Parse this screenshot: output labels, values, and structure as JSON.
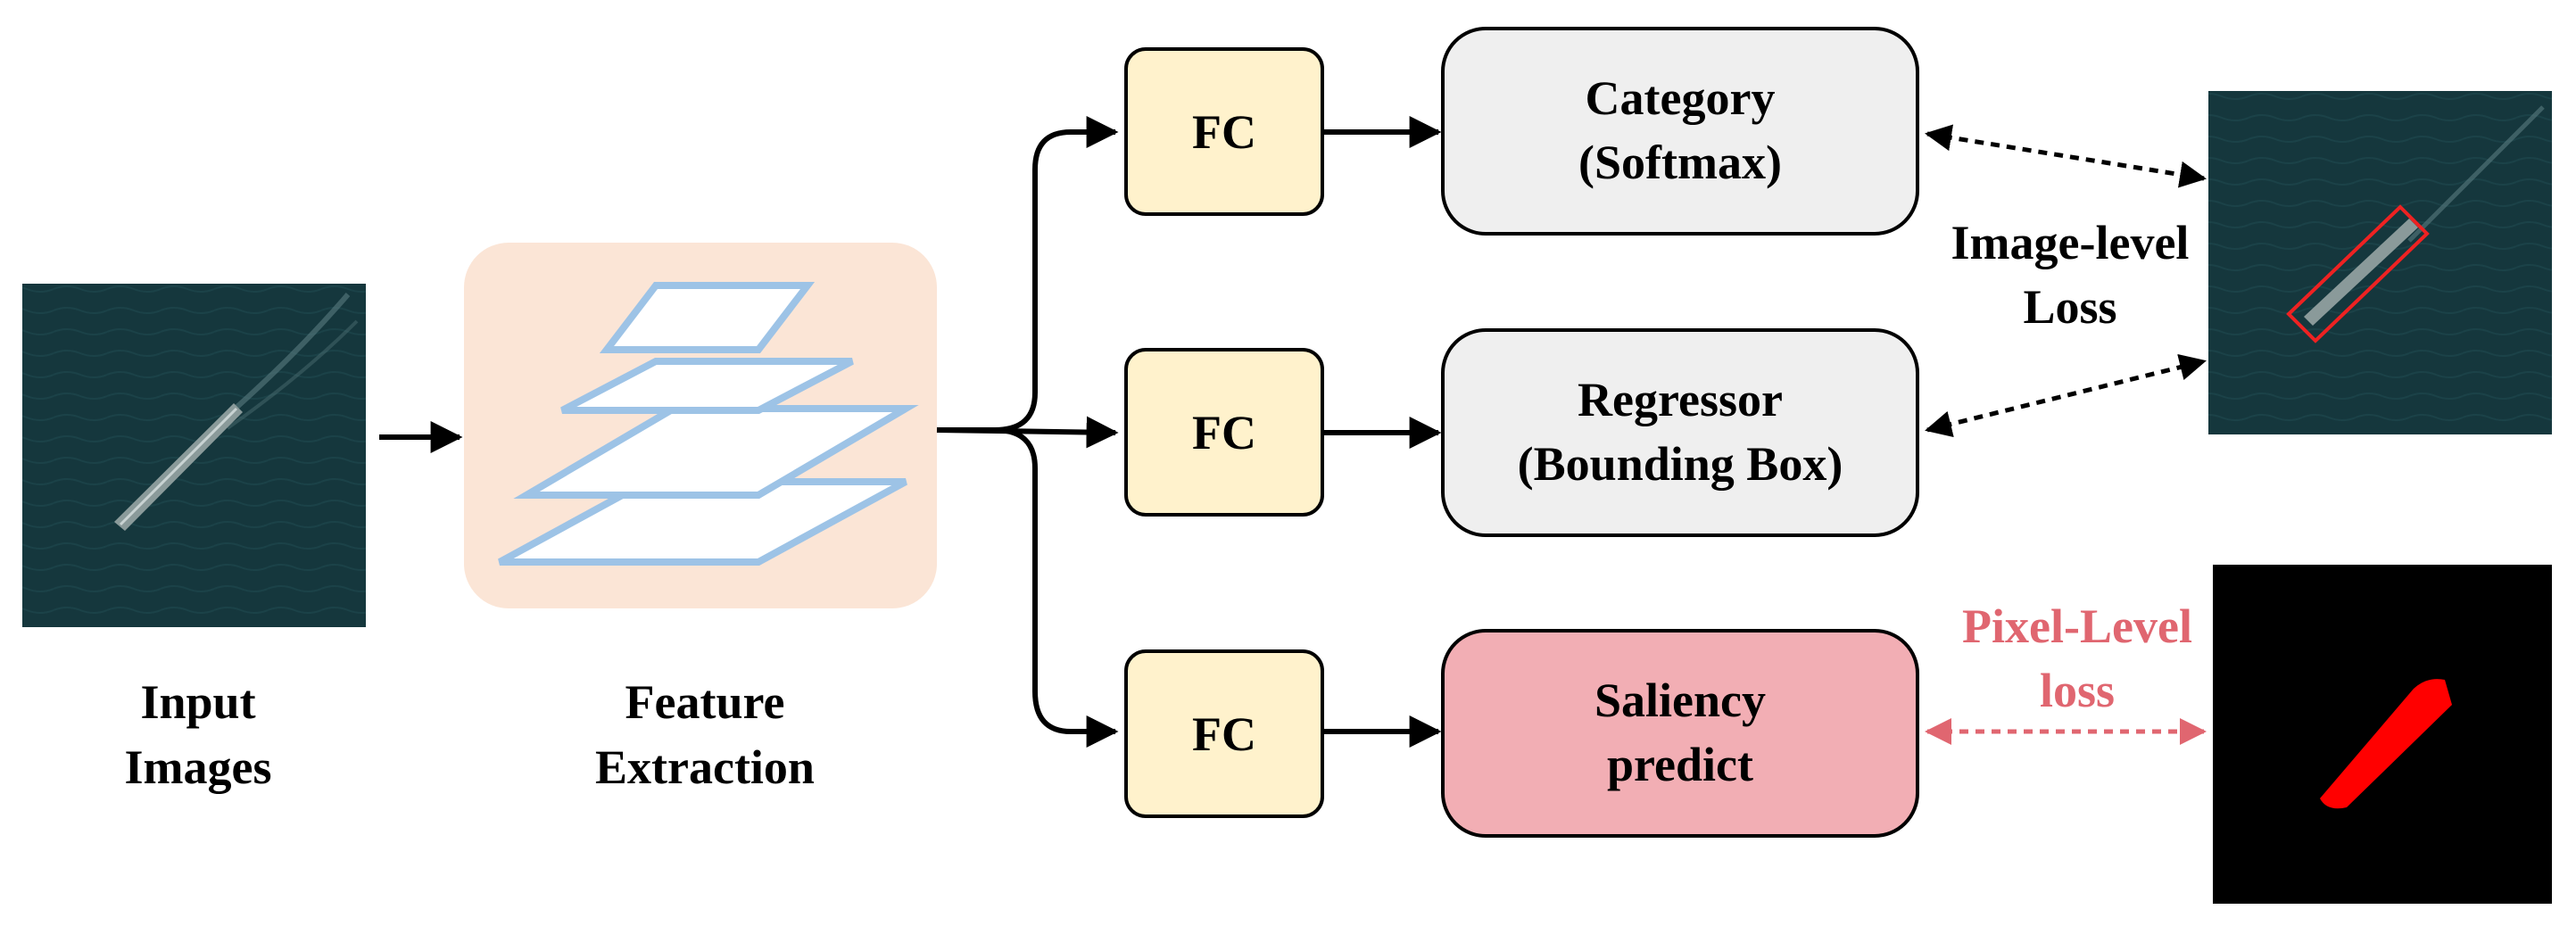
{
  "input": {
    "label_line1": "Input",
    "label_line2": "Images"
  },
  "feature": {
    "label_line1": "Feature",
    "label_line2": "Extraction"
  },
  "fc": {
    "top": "FC",
    "middle": "FC",
    "bottom": "FC"
  },
  "heads": {
    "category": {
      "line1": "Category",
      "line2": "(Softmax)"
    },
    "regressor": {
      "line1": "Regressor",
      "line2": "(Bounding Box)"
    },
    "saliency": {
      "line1": "Saliency",
      "line2": "predict"
    }
  },
  "losses": {
    "image_level": {
      "line1": "Image-level",
      "line2": "Loss"
    },
    "pixel_level": {
      "line1": "Pixel-Level",
      "line2": "loss"
    }
  },
  "colors": {
    "feature_bg": "#fbe5d6",
    "layer_stroke": "#9dc3e6",
    "fc_fill": "#fff2cc",
    "head_fill": "#efefef",
    "saliency_fill": "#f2aeb4",
    "pixel_loss": "#e06670",
    "sea": "#15373d",
    "mask_red": "#ff0000"
  }
}
